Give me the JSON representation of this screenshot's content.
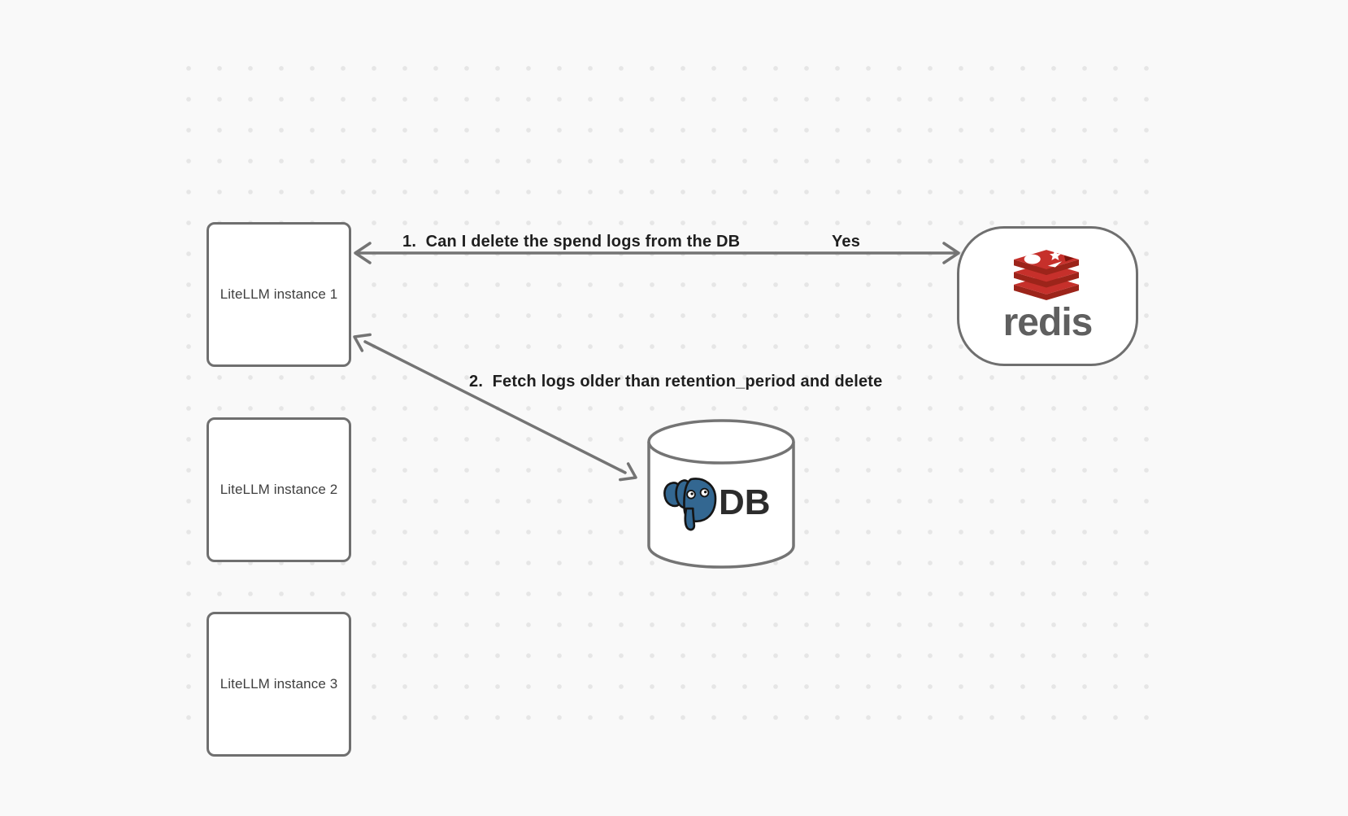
{
  "nodes": {
    "instance1": {
      "label": "LiteLLM instance 1"
    },
    "instance2": {
      "label": "LiteLLM instance 2"
    },
    "instance3": {
      "label": "LiteLLM instance 3"
    },
    "redis": {
      "wordmark": "redis",
      "icon": "redis-stack-logo"
    },
    "db": {
      "label": "DB",
      "icon": "postgresql-elephant-logo"
    }
  },
  "edges": {
    "edge1": {
      "label": "1.  Can I delete the spend logs from the DB",
      "reply": "Yes"
    },
    "edge2": {
      "label": "2.  Fetch logs older than retention_period and delete"
    }
  },
  "colors": {
    "background": "#f9f9f9",
    "grid_dot": "#e6e6e6",
    "shape_stroke": "#747474",
    "label_text": "#1f1f1f",
    "redis_red": "#c6302b",
    "redis_dark_red": "#9c241a",
    "redis_wordmark": "#5f5f5f",
    "postgres_blue": "#336791"
  }
}
